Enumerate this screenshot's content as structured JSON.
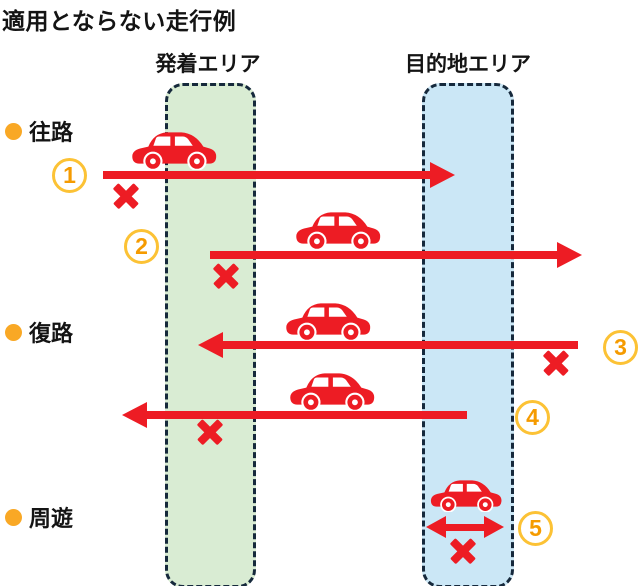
{
  "title": "適用とならない走行例",
  "zones": {
    "departure": {
      "label": "発着エリア",
      "fill": "#d9ecd3"
    },
    "destination": {
      "label": "目的地エリア",
      "fill": "#cbe7f6"
    }
  },
  "rows": {
    "outbound": {
      "label": "往路"
    },
    "return": {
      "label": "復路"
    },
    "tour": {
      "label": "周遊"
    }
  },
  "examples": [
    {
      "number": "1",
      "row": "往路",
      "direction": "right",
      "not_applicable": true
    },
    {
      "number": "2",
      "row": "往路",
      "direction": "right",
      "not_applicable": true
    },
    {
      "number": "3",
      "row": "復路",
      "direction": "left",
      "not_applicable": true
    },
    {
      "number": "4",
      "row": "復路",
      "direction": "left",
      "not_applicable": true
    },
    {
      "number": "5",
      "row": "周遊",
      "direction": "both",
      "not_applicable": true
    }
  ],
  "icons": {
    "car": "car-icon",
    "x_mark": "x-mark-icon",
    "bullet": "bullet-dot-icon"
  },
  "colors": {
    "red": "#ed1c24",
    "number_ring": "#fcc235",
    "number_digit": "#f59b00",
    "bullet_orange": "#f9a825",
    "zone_green": "#d9ecd3",
    "zone_blue": "#cbe7f6",
    "zone_border": "#16293c",
    "text": "#141414"
  }
}
